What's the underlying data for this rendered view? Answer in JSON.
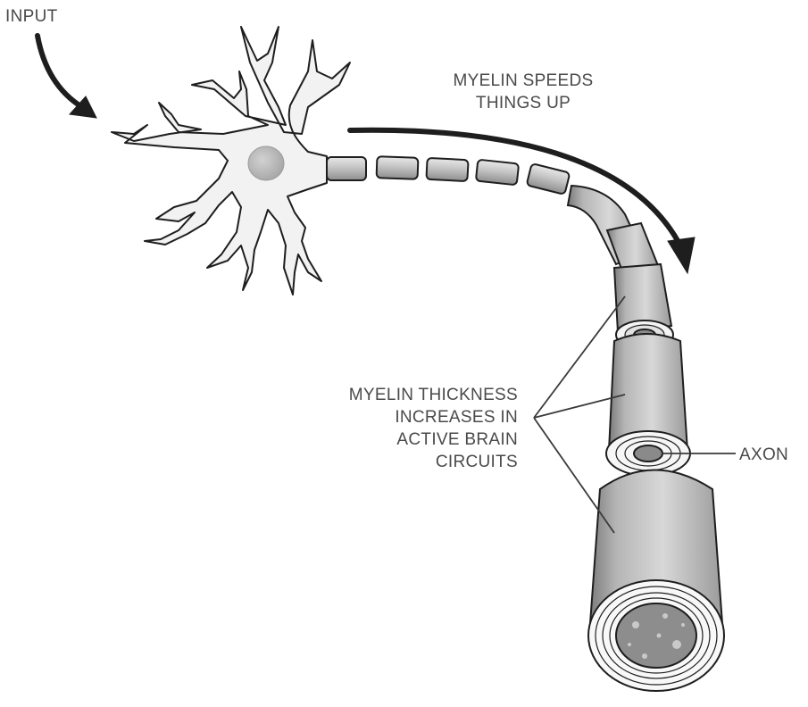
{
  "labels": {
    "input": "INPUT",
    "myelin_speed": [
      "MYELIN SPEEDS",
      "THINGS UP"
    ],
    "myelin_thickness": [
      "MYELIN THICKNESS",
      "INCREASES IN",
      "ACTIVE BRAIN",
      "CIRCUITS"
    ],
    "axon": "AXON"
  },
  "colors": {
    "ink": "#1e1e1e",
    "cell_body": "#f2f2f2",
    "nucleus": "#bdbdbd",
    "sheath_dark": "#8a8a8a",
    "sheath_mid": "#bcbcbc",
    "sheath_light": "#e4e4e4",
    "node": "#555555"
  }
}
